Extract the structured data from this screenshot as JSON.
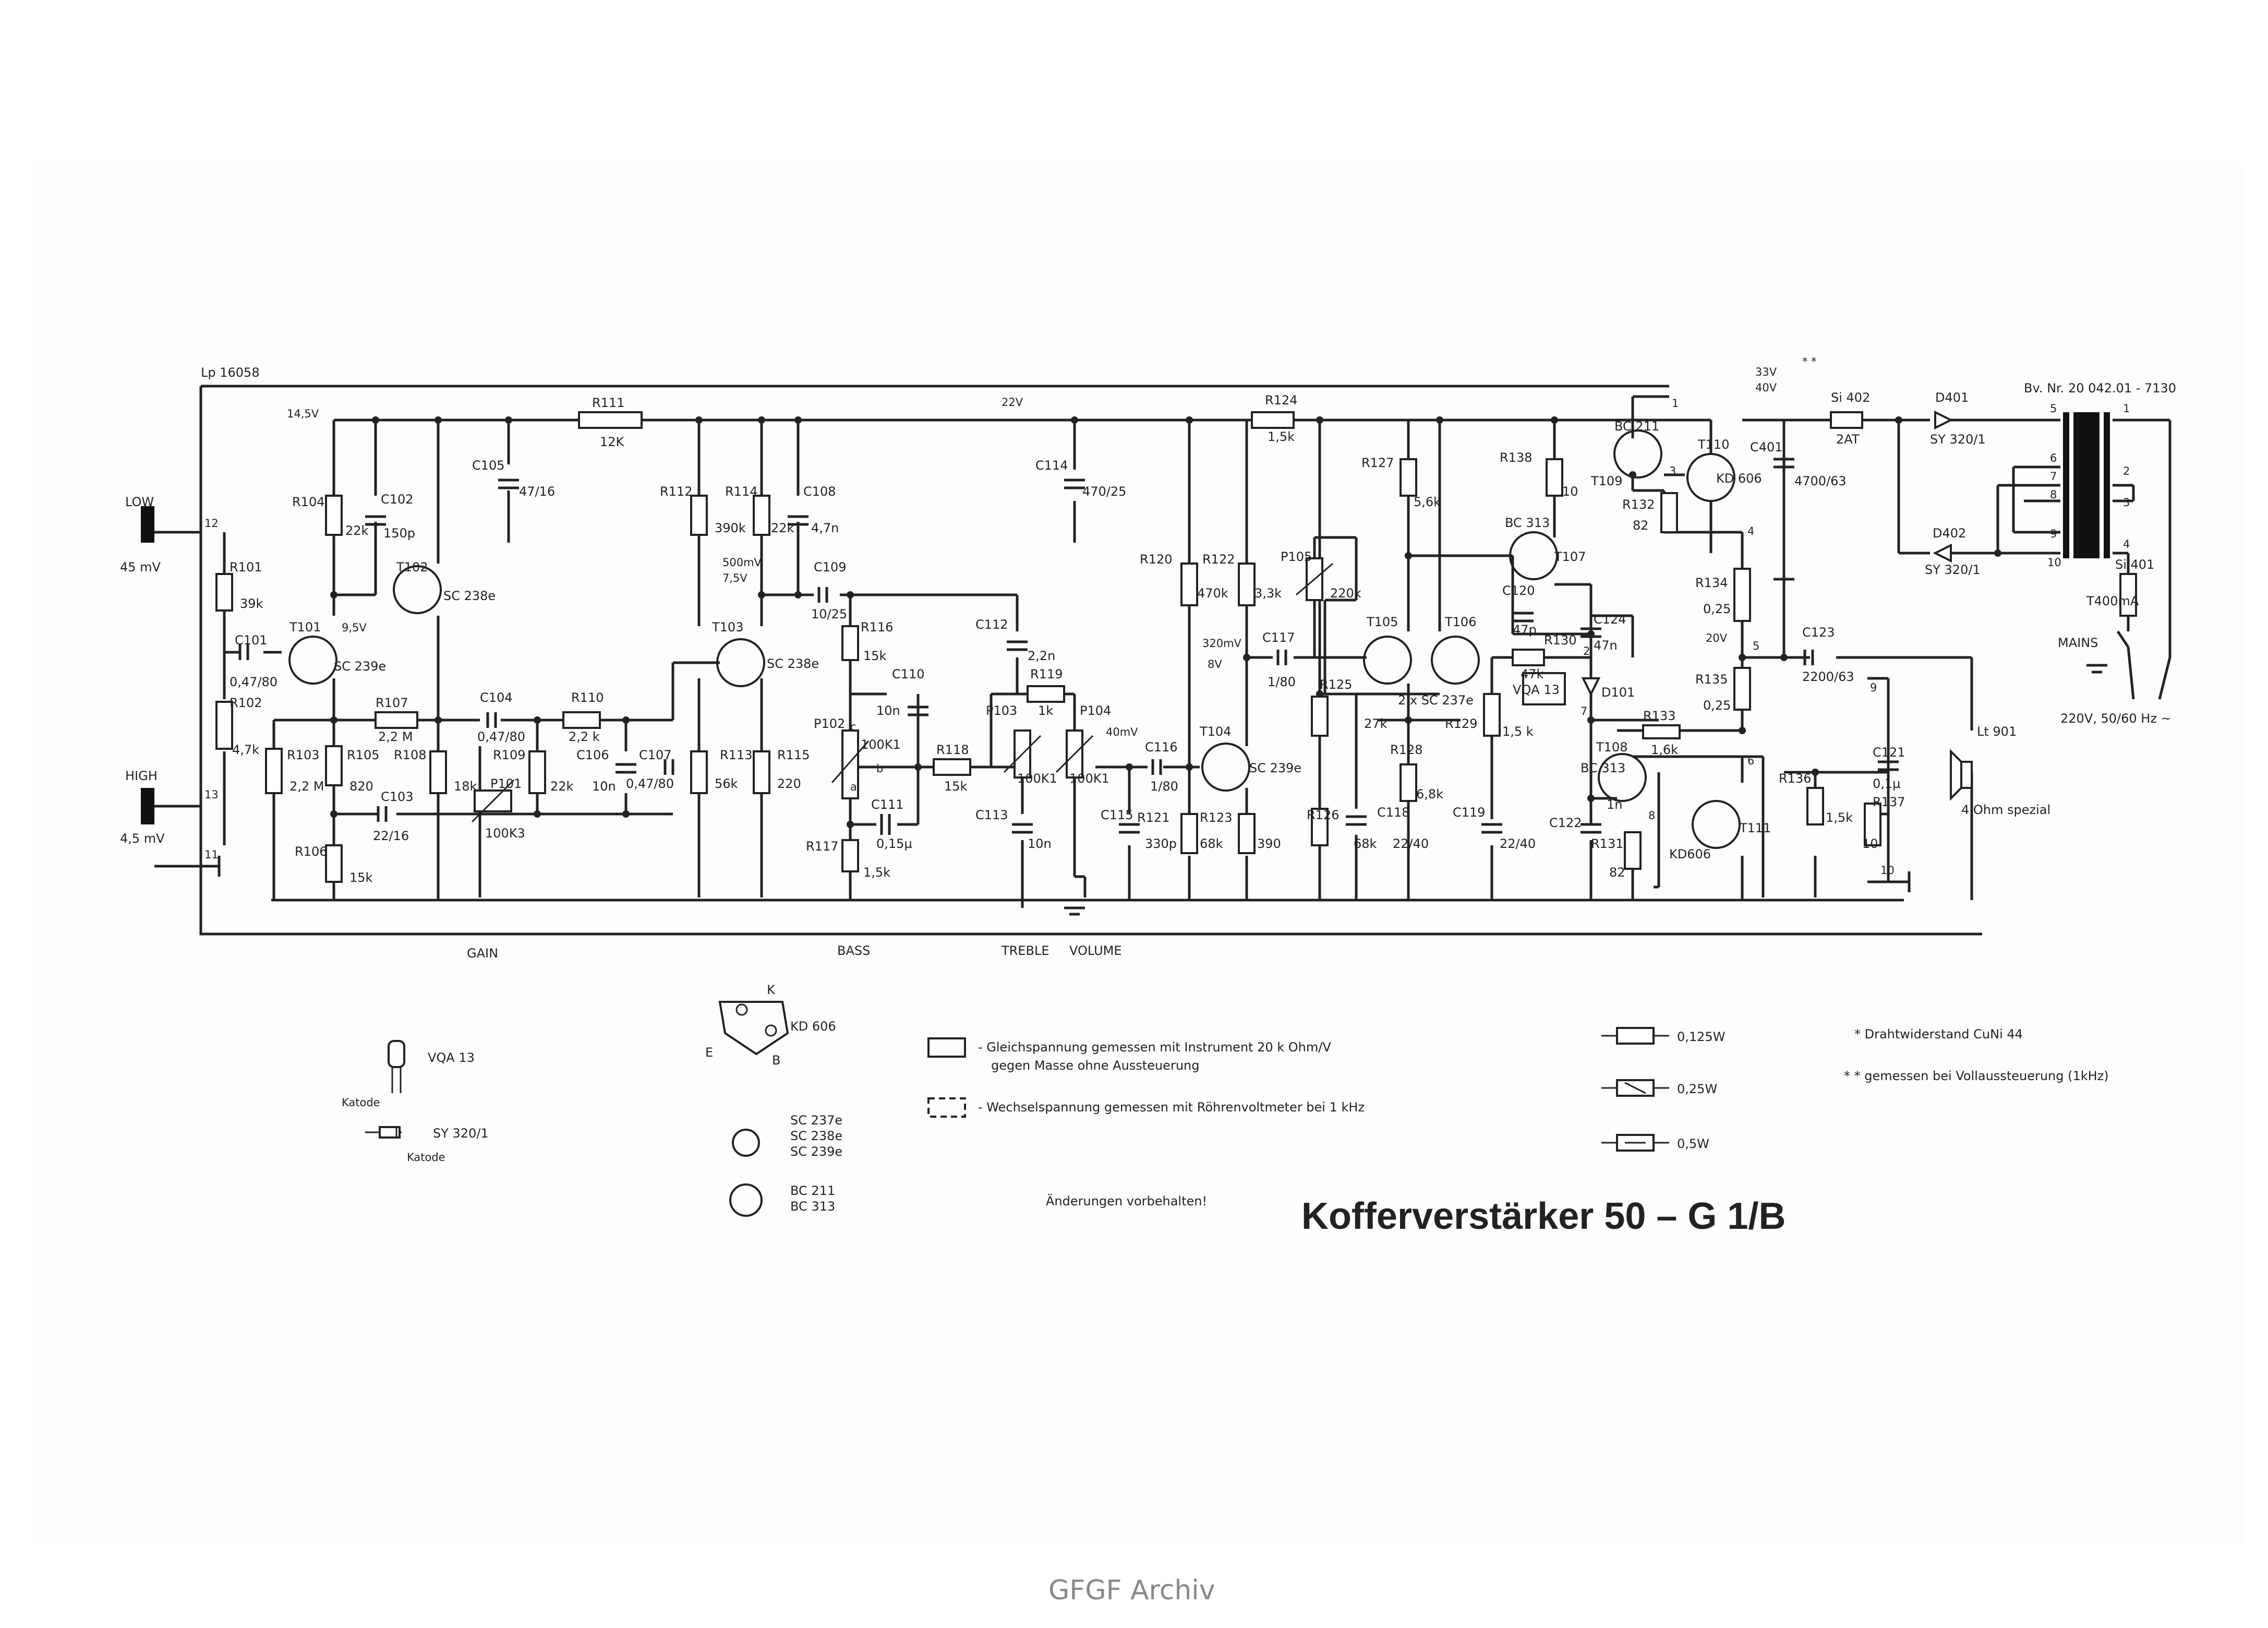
{
  "header": {
    "board": "Lp 16058",
    "order_no": "Bv. Nr. 20 042.01 - 7130"
  },
  "title": "Kofferverstärker 50 – G 1/B",
  "changes_note": "Änderungen vorbehalten!",
  "watermark": "GFGF Archiv",
  "inputs": {
    "low": "LOW",
    "low_mv": "45 mV",
    "high": "HIGH",
    "high_mv": "4,5 mV",
    "pins": [
      "12",
      "13",
      "11"
    ]
  },
  "voltages": {
    "v145": "14,5V",
    "v95": "9,5V",
    "v22": "22V",
    "v500": "500mV",
    "v75": "7,5V",
    "v40m": "40mV",
    "v320": "320mV",
    "v8": "8V",
    "v33": "33V",
    "v40": "40V",
    "v20": "20V",
    "double_star": "* *"
  },
  "components": {
    "R101": "R101",
    "R101v": "39k",
    "R102": "R102",
    "R102v": "4,7k",
    "R103": "R103",
    "R103v": "2,2 M",
    "R104": "R104",
    "R104v": "22k",
    "R105": "R105",
    "R105v": "820",
    "R106": "R106",
    "R106v": "15k",
    "R107": "R107",
    "R107v": "2,2 M",
    "R108": "R108",
    "R108v": "18k",
    "R109": "R109",
    "R109v": "22k",
    "R110": "R110",
    "R110v": "2,2 k",
    "R111": "R111",
    "R111v": "12K",
    "R112": "R112",
    "R112v": "390k",
    "R113": "R113",
    "R113v": "56k",
    "R114": "R114",
    "R114v": "22k",
    "R115": "R115",
    "R115v": "220",
    "R116": "R116",
    "R116v": "15k",
    "R117": "R117",
    "R117v": "1,5k",
    "R118": "R118",
    "R118v": "15k",
    "R119": "R119",
    "R119v": "1k",
    "R120": "R120",
    "R120v": "470k",
    "R121": "R121",
    "R121v": "330p",
    "R122": "R122",
    "R122v": "3,3k",
    "R123": "R123",
    "R123v": "68k",
    "R123b": "390",
    "R124": "R124",
    "R124v": "1,5k",
    "R125": "R125",
    "R125v": "27k",
    "R126": "R126",
    "R126v": "68k",
    "R127": "R127",
    "R127v": "5,6k",
    "R128": "R128",
    "R128v": "6,8k",
    "R129": "R129",
    "R129v": "1,5 k",
    "R130": "R130",
    "R130v": "47k",
    "R131": "R131",
    "R131v": "82",
    "R132": "R132",
    "R132v": "82",
    "R133": "R133",
    "R133v": "1,6k",
    "R134": "R134",
    "R134v": "0,25",
    "R135": "R135",
    "R135v": "0,25",
    "R136": "R136",
    "R136v": "1,5k",
    "R137": "R137",
    "R137v": "10",
    "R138": "R138",
    "R138v": "10",
    "C101": "C101",
    "C101v": "0,47/80",
    "C102": "C102",
    "C102v": "150p",
    "C103": "C103",
    "C103v": "22/16",
    "C104": "C104",
    "C104v": "0,47/80",
    "C105": "C105",
    "C105v": "47/16",
    "C106": "C106",
    "C106v": "10n",
    "C107": "C107",
    "C107v": "0,47/80",
    "C108": "C108",
    "C108v": "4,7n",
    "C109": "C109",
    "C109v": "10/25",
    "C110": "C110",
    "C110v": "10n",
    "C111": "C111",
    "C111v": "0,15µ",
    "C112": "C112",
    "C112v": "2,2n",
    "C113": "C113",
    "C113v": "10n",
    "C114": "C114",
    "C114v": "470/25",
    "C115": "C115",
    "C116": "C116",
    "C116v": "1/80",
    "C117": "C117",
    "C117v": "1/80",
    "C118": "C118",
    "C118v": "22/40",
    "C119": "C119",
    "C119v": "22/40",
    "C120": "C120",
    "C120v": "47p",
    "C121": "C121",
    "C121v": "0,1µ",
    "C122": "C122",
    "C122v": "1n",
    "C123": "C123",
    "C123v": "2200/63",
    "C124": "C124",
    "C124v": "47n",
    "C401": "C401",
    "C401v": "4700/63",
    "P101": "P101",
    "P101v": "100K3",
    "P102": "P102",
    "P102v": "100K1",
    "P103": "P103",
    "P103v": "100K1",
    "P104": "P104",
    "P104v": "100K1",
    "P105": "P105",
    "P105v": "220k",
    "T101": "T101",
    "T101v": "SC 239e",
    "T102": "T102",
    "T102v": "SC 238e",
    "T103": "T103",
    "T103v": "SC 238e",
    "T104": "T104",
    "T104v": "SC 239e",
    "T105": "T105",
    "T106": "T106",
    "T105v": "2 x  SC 237e",
    "T107": "T107",
    "T107v": "BC 313",
    "T108": "T108",
    "T108v": "BC 313",
    "T109": "T109",
    "T109v": "BC 211",
    "T110": "T110",
    "T110v": "KD 606",
    "T111": "T111",
    "T111v": "KD606",
    "D101": "D101",
    "D101v": "VQA 13",
    "D401": "D401",
    "D401v": "SY 320/1",
    "D402": "D402",
    "D402v": "SY 320/1",
    "Si401": "Si 401",
    "Si401v": "T400mA",
    "Si402": "Si 402",
    "Si402v": "2AT",
    "Lt901": "Lt 901",
    "Lt901v": "4 Ohm spezial"
  },
  "nodes": [
    "1",
    "2",
    "3",
    "4",
    "5",
    "6",
    "7",
    "8",
    "9",
    "10"
  ],
  "trafo_pins": [
    "5",
    "6",
    "7",
    "8",
    "9",
    "10",
    "1",
    "2",
    "3",
    "4"
  ],
  "pot_marks": {
    "a": "a",
    "b": "b",
    "c": "c"
  },
  "mains": {
    "label": "MAINS",
    "spec": "220V, 50/60 Hz ~"
  },
  "controls": {
    "gain": "GAIN",
    "bass": "BASS",
    "treble": "TREBLE",
    "volume": "VOLUME"
  },
  "legend_pins": {
    "vqa13": "VQA 13",
    "katode": "Katode",
    "sy320": "SY 320/1",
    "katode2": "Katode",
    "kd606": "KD 606",
    "k": "K",
    "e": "E",
    "b": "B",
    "sc_list": [
      "SC 237e",
      "SC 238e",
      "SC 239e"
    ],
    "bc_list": [
      "BC 211",
      "BC 313"
    ]
  },
  "notes": {
    "dc_1": "- Gleichspannung  gemessen  mit  Instrument  20 k Ohm/V",
    "dc_2": "gegen  Masse  ohne Aussteuerung",
    "ac_1": "- Wechselspannung  gemessen mit  Röhrenvoltmeter  bei 1 kHz",
    "r_0125": "0,125W",
    "r_025": "0,25W",
    "r_05": "0,5W",
    "star1": "* Drahtwiderstand CuNi 44",
    "star2": "* *  gemessen  bei Vollaussteuerung (1kHz)"
  }
}
